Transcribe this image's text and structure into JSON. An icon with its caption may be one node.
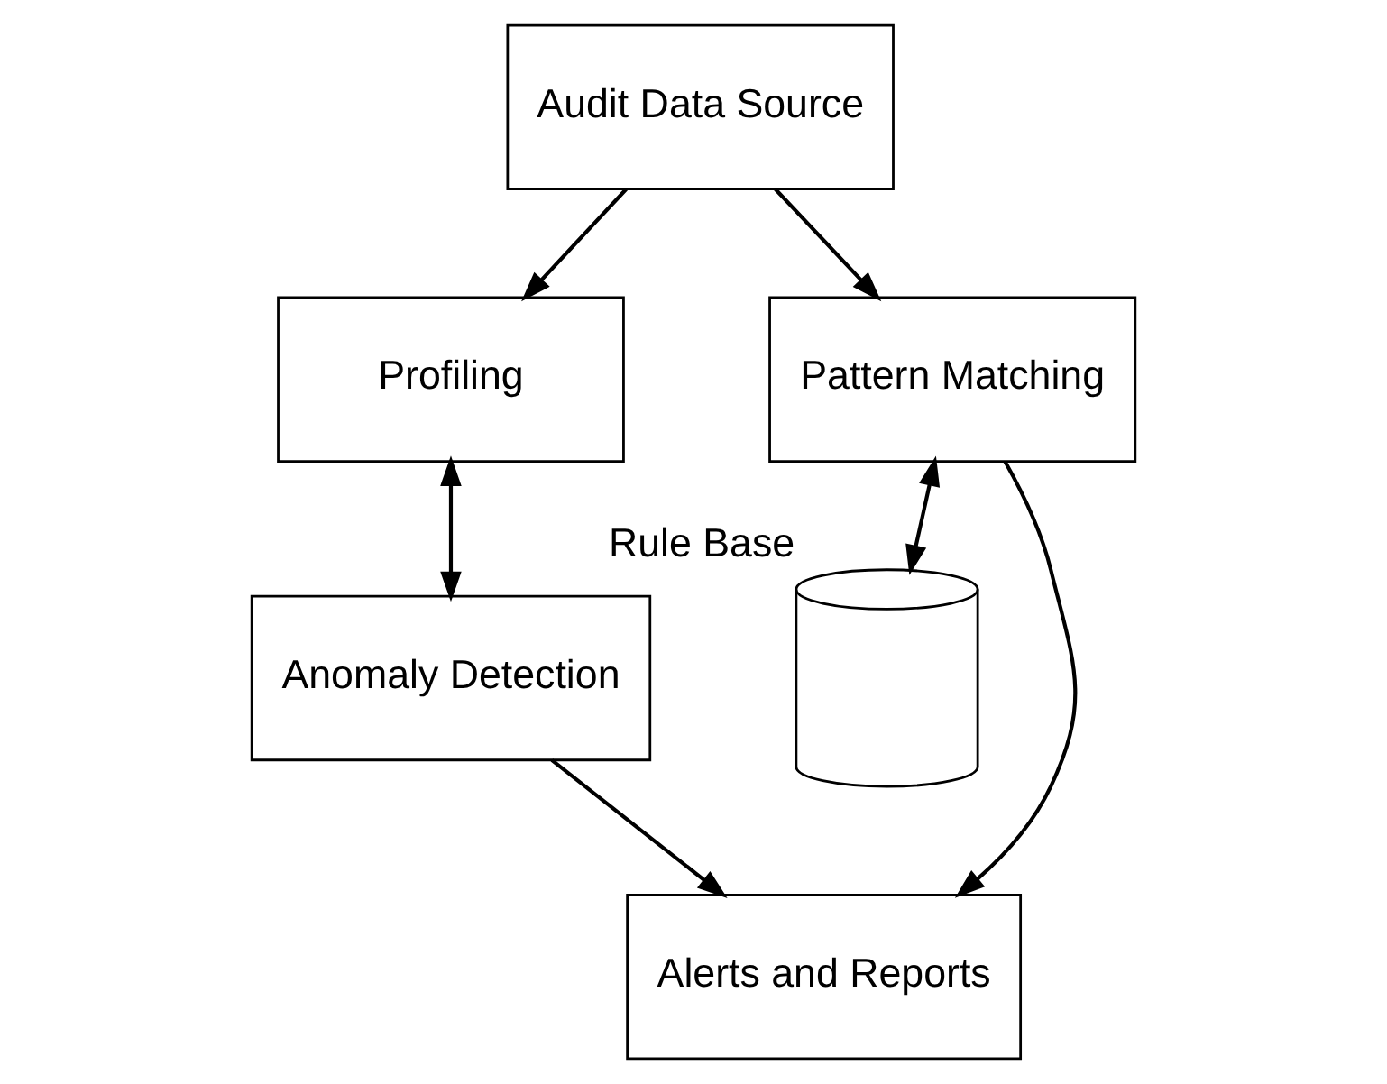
{
  "diagram": {
    "nodes": [
      {
        "text": [
          "Audit Data Source"
        ]
      },
      {
        "text": [
          "Profiling"
        ]
      },
      {
        "text": [
          "Pattern Matching"
        ]
      },
      {
        "text": [
          "Anomaly Detection"
        ]
      },
      {
        "text": [
          "Rule Base"
        ]
      },
      {
        "text": [
          "Alerts and Reports"
        ]
      }
    ],
    "edges": [
      {
        "from": 0,
        "to": 2,
        "arrow": "to"
      },
      {
        "from": 0,
        "to": 1,
        "arrow": "to"
      },
      {
        "from": 1,
        "to": 3,
        "arrow": "both"
      },
      {
        "from": 2,
        "to": 4,
        "arrow": "both"
      },
      {
        "from": 2,
        "to": 5,
        "arrow": "to"
      },
      {
        "from": 3,
        "to": 5,
        "arrow": "to"
      }
    ]
  }
}
